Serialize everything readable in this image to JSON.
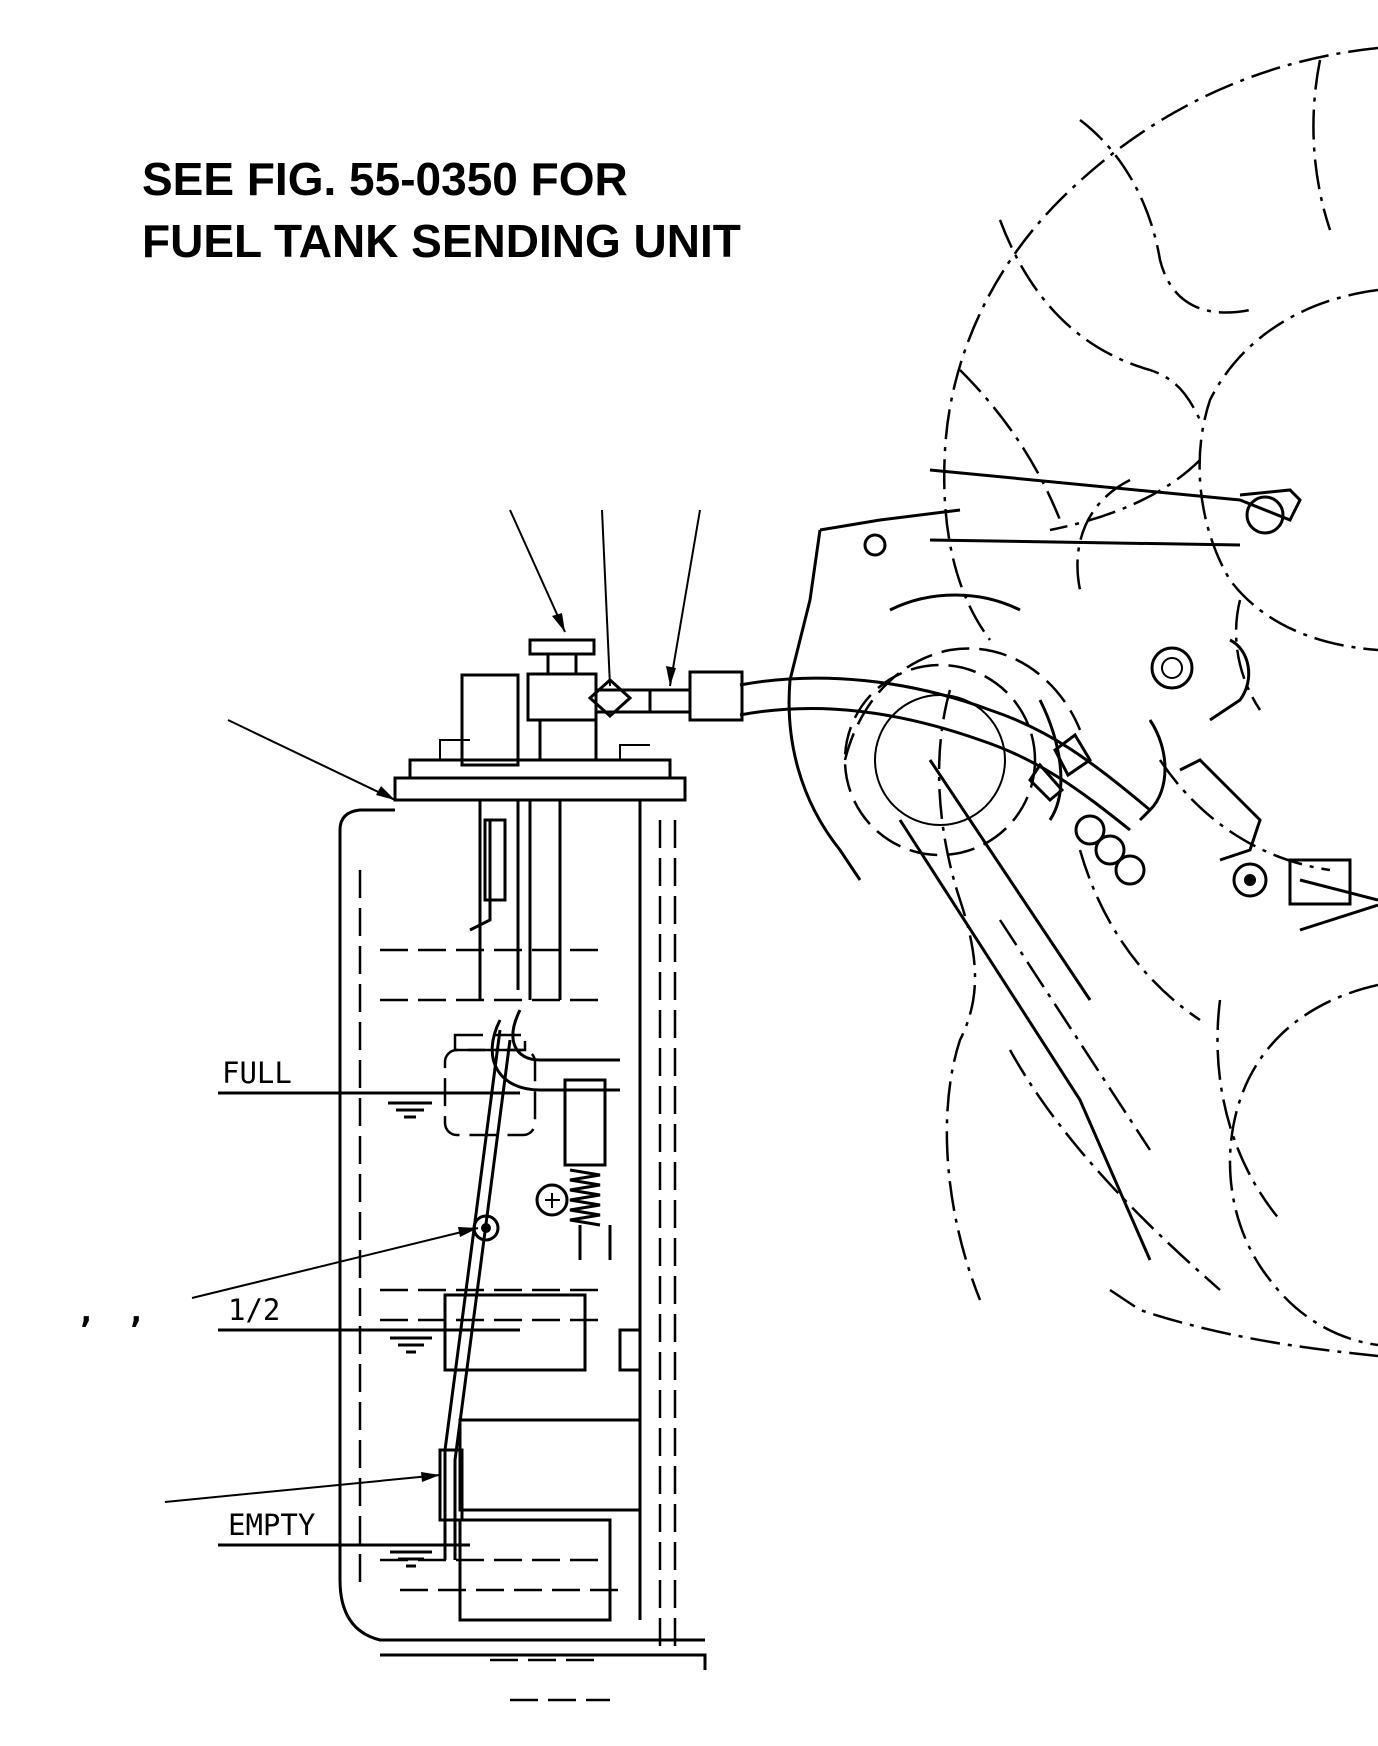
{
  "note": {
    "line1": "SEE FIG. 55-0350 FOR",
    "line2": "FUEL TANK SENDING UNIT"
  },
  "labels": {
    "full": "FULL",
    "half": "1/2",
    "empty": "EMPTY",
    "comma_1": ",",
    "comma_2": ","
  }
}
